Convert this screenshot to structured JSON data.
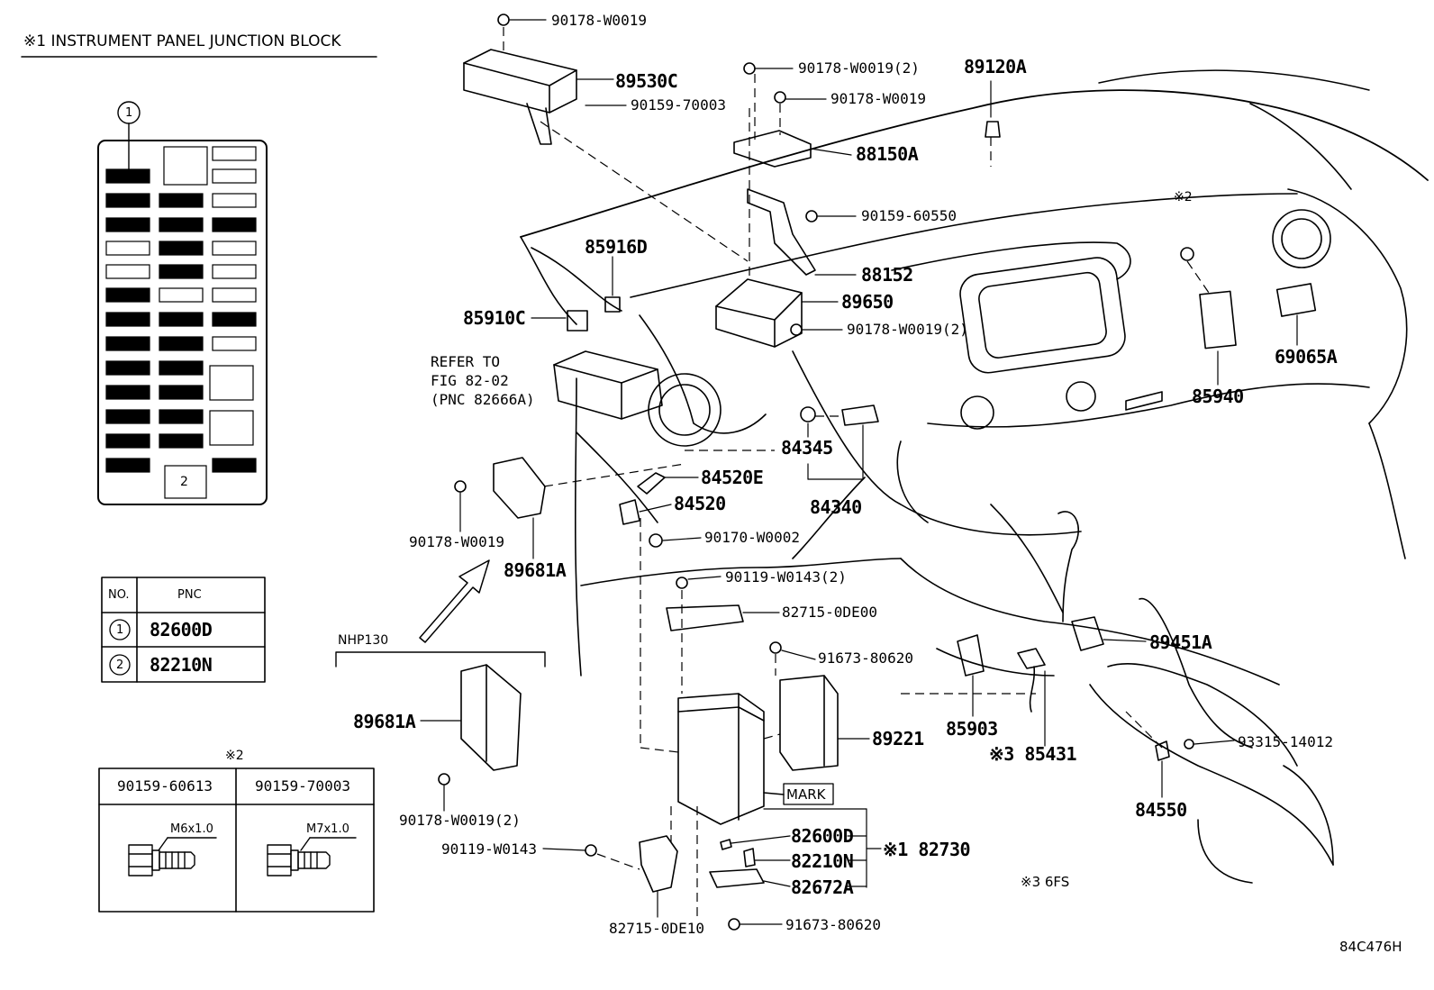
{
  "jb": {
    "title": "※1 INSTRUMENT PANEL JUNCTION BLOCK",
    "marker1": "1",
    "marker2": "2"
  },
  "pnc_table": {
    "col_no": "NO.",
    "col_pnc": "PNC",
    "rows": [
      {
        "no": "1",
        "pnc": "82600D"
      },
      {
        "no": "2",
        "pnc": "82210N"
      }
    ]
  },
  "bolt_table": {
    "note": "※2",
    "headers": [
      "90159-60613",
      "90159-70003"
    ],
    "threads": [
      "M6x1.0",
      "M7x1.0"
    ]
  },
  "variant_label": "NHP130",
  "refer": {
    "line1": "REFER TO",
    "line2": "FIG 82-02",
    "line3": "(PNC 82666A)"
  },
  "parts": {
    "p90178_w0019_top": "90178-W0019",
    "p89530c": "89530C",
    "p90159_70003": "90159-70003",
    "p90178_w0019_2a": "90178-W0019(2)",
    "p90178_w0019_b": "90178-W0019",
    "p89120a": "89120A",
    "p88150a": "88150A",
    "p90159_60550": "90159-60550",
    "p85916d": "85916D",
    "p88152": "88152",
    "p89650": "89650",
    "p85910c": "85910C",
    "p90178_w0019_2b": "90178-W0019(2)",
    "p_note2": "※2",
    "p69065a": "69065A",
    "p85940": "85940",
    "p84345": "84345",
    "p84340": "84340",
    "p84520e": "84520E",
    "p84520": "84520",
    "p90178_w0019_c": "90178-W0019",
    "p89681a_a": "89681A",
    "p90170_w0002": "90170-W0002",
    "p90119_w0143_2": "90119-W0143(2)",
    "p82715_0de00": "82715-0DE00",
    "p91673_80620_a": "91673-80620",
    "p89451a": "89451A",
    "p89681a_b": "89681A",
    "p85903": "85903",
    "p89221": "89221",
    "p85431": "※3 85431",
    "p93315": "93315-14012",
    "p84550": "84550",
    "mark": "MARK",
    "p90178_w0019_2c": "90178-W0019(2)",
    "p82600d": "82600D",
    "p82210n": "82210N",
    "p82672a": "82672A",
    "p82730": "※1 82730",
    "p90119_w0143": "90119-W0143",
    "p82715_0de10": "82715-0DE10",
    "p91673_80620_b": "91673-80620",
    "note3": "※3 6FS",
    "fig_code": "84C476H"
  }
}
